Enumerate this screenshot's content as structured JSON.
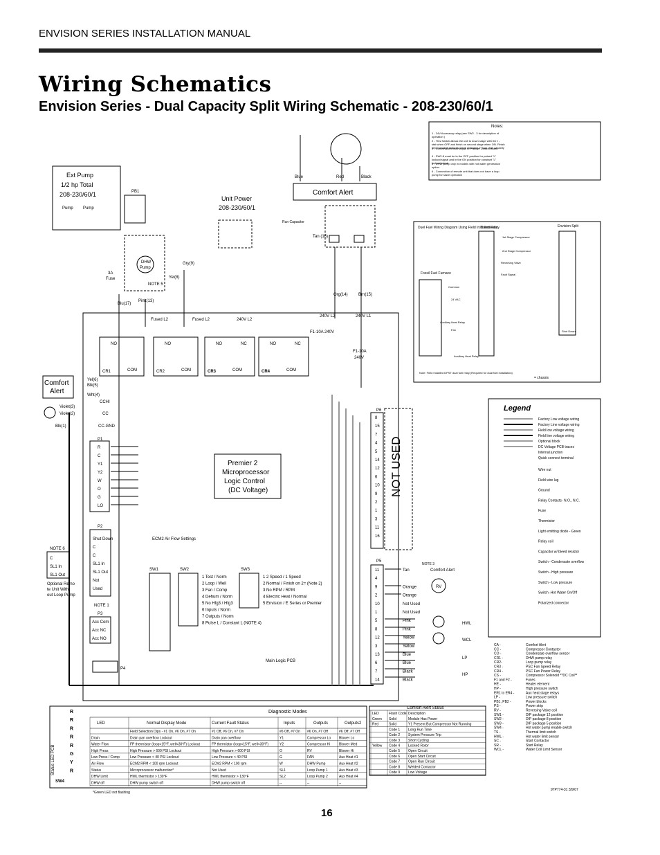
{
  "header": {
    "manual": "ENVISION SERIES INSTALLATION MANUAL",
    "title": "Wiring Schematics",
    "subtitle": "Envision Series - Dual Capacity Split Wiring Schematic - 208-230/60/1",
    "page_number": "16",
    "doc_code": "97P774-31   3/9/07"
  },
  "ext_pump": {
    "l1": "Ext Pump",
    "l2": "1/2 hp Total",
    "l3": "208-230/60/1",
    "pump": "Pump",
    "pb1": "PB1"
  },
  "unit_power": {
    "l1": "Unit  Power",
    "l2": "208-230/60/1"
  },
  "comfort_alert": "Comfort Alert",
  "comfort_alert_box": {
    "l1": "Comfort",
    "l2": "Alert"
  },
  "not_used": "NOT USED",
  "premier": {
    "l1": "Premier 2",
    "l2": "Microprocessor",
    "l3": "Logic Control",
    "l4": "(DC Voltage)"
  },
  "main_logic": "Main Logic PCB",
  "fuse": {
    "l1": "3A",
    "l2": "Fuse"
  },
  "dhw": {
    "l1": "DHW",
    "l2": "Pump",
    "note": "NOTE 5"
  },
  "wire_labels": {
    "blue": "Blue",
    "red": "Red",
    "black": "Black",
    "tan": "Tan (16)",
    "org": "Org(14)",
    "brn": "Brn(15)",
    "blu17": "Blu(17)",
    "pink13": "Pink(13)",
    "gry9": "Gry(9)",
    "yel8": "Yel(8)",
    "fused_l2a": "Fused  L2",
    "fused_l2b": "Fused  L2",
    "v240_l2": "240V L2",
    "v240_l2b": "240V L2",
    "v240_l1": "240V L1",
    "f1_10a": "F1-10A 240V",
    "f1_10a_b": "F1-10A",
    "v240": "240V",
    "run_cap": "Run Capacitor",
    "yel6": "Yel(6)",
    "blk5": "Blk(5)",
    "wht4": "Wht(4)",
    "vio3": "Violet(3)",
    "vio2": "Violet(2)",
    "blk1": "Blk(1)",
    "cchi": "CCHI",
    "cc": "CC",
    "ccgnd": "CC-GND"
  },
  "relays": [
    {
      "name": "CR1",
      "no": "NO",
      "com": "COM"
    },
    {
      "name": "CR2",
      "no": "NO",
      "com": "COM"
    },
    {
      "name": "CR3",
      "no": "NO",
      "nc": "NC",
      "com": "COM"
    },
    {
      "name": "CR4",
      "no": "NO",
      "nc": "NC",
      "com": "COM"
    }
  ],
  "p1": {
    "title": "P1",
    "items": [
      "R",
      "C",
      "Y1",
      "Y2",
      "W",
      "O",
      "G",
      "LO"
    ]
  },
  "p2": {
    "title": "P2",
    "items": [
      "Shut Down",
      "C",
      "C",
      "SL1 In",
      "SL1 Out",
      "Not",
      "Used"
    ]
  },
  "p3": {
    "title": "P3",
    "items": [
      "Acc Com",
      "Acc NC",
      "Acc NO"
    ]
  },
  "p4": "P4",
  "note6": {
    "title": "NOTE 6",
    "items": [
      "C",
      "SL1 In",
      "SL1 Out"
    ],
    "desc": "Optional Remote Unit Without Loop Pump"
  },
  "note1": "NOTE 1",
  "ecm2": "ECM2 Air Flow Settings",
  "switches": {
    "sw1": "SW1",
    "sw2": "SW2",
    "sw3": "SW3",
    "on": "On",
    "sw2_list": [
      "1  Test / Norm",
      "2  Loop / Well",
      "3  Fan / Comp",
      "4  Dehum / Norm",
      "5  No Hfg3 / Hfg3",
      "6  Inputs / Norm",
      "7  Outputs / Norm",
      "8  Pulse L / Constant L (NOTE 4)"
    ],
    "sw3_list": [
      "1  2 Speed / 1 Speed",
      "2  Normal / Finish on 2= (Note 2)",
      "3  No RPM / RPM",
      "4  Electric Heat  / Normal",
      "5  Envision / E Series or Premier"
    ]
  },
  "p6": {
    "title": "P6",
    "pins": [
      "8",
      "15",
      "7",
      "4",
      "5",
      "14",
      "12",
      "6",
      "10",
      "9",
      "2",
      "1",
      "3",
      "11",
      "16"
    ]
  },
  "p5": {
    "title": "P5",
    "pins": [
      "11",
      "4",
      "9",
      "2",
      "10",
      "1",
      "5",
      "8",
      "12",
      "3",
      "13",
      "6",
      "7",
      "14"
    ],
    "wires": [
      "Tan",
      "",
      "Orange",
      "Orange",
      "Not Used",
      "Not Used",
      "Pink",
      "Pink",
      "Yellow",
      "Yellow",
      "Blue",
      "Blue",
      "Black",
      "Black"
    ]
  },
  "sensors": {
    "note3": "NOTE 3",
    "ca": "Comfort Alert",
    "rv": "RV",
    "hwl": "HWL",
    "wcl": "WCL",
    "lp": "LP",
    "hp": "HP"
  },
  "notes": {
    "title": "Notes:",
    "items": [
      "1 - 24V Accessory  relay (see SW2 - 3 for description of operation )",
      "2 - This Switch allows the unit to down stage with the t - stat when OFF and finish on second stage when ON.  Finish second stage reduces stage changing in loop dual capacity compressors and should be ON for unzoned Dual Cap E-Series or Premier 2 speed units.",
      "3 - Comfort Alert fault output to Premier Control Board",
      "4 - SW2-8 must be in the OFF position for pulsed \"L\" lockout signal and in the ON position for constant \"L\" lockout signal.",
      "5 - DHW pump only in models with hot water generation option.",
      "6 - Connection of remote unit that does not have a loop pump for slave operation"
    ]
  },
  "dual_fuel": {
    "title": "Duel Fuel Wiring Diagram Using Field Installed Relay",
    "thermostat": "Thermostat",
    "envision": "Envision Split",
    "furnace": "Fossil Fuel Furnace",
    "labels": [
      "1st Stage Compressor",
      "2nd Stage Compressor",
      "Reversing Valve",
      "Fault Signal",
      "Common",
      "24 VAC",
      "Auxiliary Heat Relay",
      "Fan",
      "Auxiliary Heat Relay",
      "Shut Down"
    ],
    "note": "Note:  Field installed DPST dual fuel relay (Required for dual fuel installation)",
    "chassis": "= chassis"
  },
  "legend": {
    "title": "Legend",
    "items": [
      "Factory Low voltage wiring",
      "Factory Line voltage wiring",
      "Field low voltage wiring",
      "Field line voltage wiring",
      "Optional block",
      "DC Voltage PCB traces",
      "Internal junction",
      "Quick connect  terminal",
      "Wire nut",
      "Field wire lug",
      "Ground",
      "Relay Contacts- N.O., N.C.",
      "Fuse",
      "Thermistor",
      "Light  emitting diode - Green",
      "Relay coil",
      "Capacitor w/ bleed resistor",
      "Switch - Condensate overflow",
      "Switch - High pressure",
      "Switch - Low pressure",
      "Switch -Hot  Water On/Off",
      "Polarized connector"
    ],
    "abbr": [
      [
        "CA -",
        "Comfort Alert"
      ],
      [
        "CC -",
        "Compressor Contactor"
      ],
      [
        "CO -",
        "Condensate overflow sensor"
      ],
      [
        "CR1 -",
        "DHW pump relay"
      ],
      [
        "CR2-",
        "Loop pump relay"
      ],
      [
        "CR3 -",
        "PSC Fan Speed Relay"
      ],
      [
        "CR4 -",
        "PSC Fan Power Relay"
      ],
      [
        "CS -",
        "Compressor Solenoid **DC Coil**"
      ],
      [
        "F1 and F2 -",
        "Fuses"
      ],
      [
        "HE -",
        "Heater element"
      ],
      [
        "HP -",
        "High pressure switch"
      ],
      [
        "ER1 to ER4 -",
        "Aux heat stage relays"
      ],
      [
        "LP -",
        "Low  pressure switch"
      ],
      [
        "PB1, PB2 -",
        "Power blocks"
      ],
      [
        "PS -",
        "Power strip"
      ],
      [
        "RV -",
        "Reversing Valve coil"
      ],
      [
        "SW1 -",
        "DIP package 12 position"
      ],
      [
        "SW2 -",
        "DIP package 8 position"
      ],
      [
        "SW3 -",
        "DIP package 5 position"
      ],
      [
        "SW4 -",
        "Hot water pump enable switch"
      ],
      [
        "TS -",
        "Thermal limit switch"
      ],
      [
        "HWL -",
        "Hot water limit sensor"
      ],
      [
        "SC -",
        "Start Contactor"
      ],
      [
        "SR -",
        "Start Relay"
      ],
      [
        "WCL -",
        "Water Coil Limit Sensor"
      ]
    ]
  },
  "diag_table": {
    "title": "Diagnostic Modes",
    "headers": [
      "LED",
      "Normal Display Mode",
      "Current Fault Status",
      "Inputs",
      "Outputs",
      "Outputs2"
    ],
    "rows": [
      [
        "",
        "Field Selection Dips - #1 On, #6 On, #7 On",
        "#1 Off, #6 On, #7 On",
        "#6 Off, #7 On",
        "#6 On, #7 Off",
        "#6 Off, #7 Off"
      ],
      [
        "Drain",
        "Drain pan overflow Lockout",
        "Drain pan overflow",
        "Y1",
        "Compressor Lo",
        "Blower Lo"
      ],
      [
        "Water Flow",
        "FP thermistor (loop<15°F, well<30°F) Lockout",
        "FP thermistor (loop<15°F, well<30°F)",
        "Y2",
        "Compressor Hi",
        "Blower Med"
      ],
      [
        "High Press",
        "High Pressure > 600 PSI Lockout",
        "High Pressure > 600 PSI",
        "O",
        "RV",
        "Blower Hi"
      ],
      [
        "Low Press / Comp",
        "Low  Pressure < 40 PSI Lockout",
        "Low  Pressure < 40 PSI",
        "G",
        "FAN",
        "Aux Heat #1"
      ],
      [
        "Air Flow",
        "ECM2 RPM < 100 rpm Lockout",
        "ECM2 RPM < 100 rpm",
        "W",
        "DHW Pump",
        "Aux Heat #2"
      ],
      [
        "Status",
        "Microprocessor malfunction*",
        "Not Used",
        "SL1",
        "Loop Pump 1",
        "Aux Heat #3"
      ],
      [
        "DHW Limit",
        "HWL thermistor > 130°F",
        "HWL thermistor > 130°F",
        "SL2",
        "Loop Pump 2",
        "Aux Heat #4"
      ],
      [
        "DHW off",
        "DHW pump switch off",
        "DHW pump switch off",
        "--",
        "--",
        "--"
      ]
    ],
    "footnote": "*Green LED not flashing",
    "led_letters": [
      "R",
      "R",
      "R",
      "R",
      "R",
      "G",
      "Y",
      "R"
    ],
    "status": "Status LED PCB",
    "sw4": "SW4"
  },
  "ca_table": {
    "title": "Comfort Alert Status",
    "headers": [
      "LED",
      "Flash Code",
      "Description"
    ],
    "rows": [
      [
        "Green",
        "Solid",
        "Module Has Power"
      ],
      [
        "Red",
        "Solid",
        "Y1 Present But Compressor Not Running"
      ],
      [
        "",
        "Code 1",
        "Long Run Time"
      ],
      [
        "",
        "Code 2",
        "System Pressure Trip"
      ],
      [
        "",
        "Code 3",
        "Short Cycling"
      ],
      [
        "Yellow",
        "Code 4",
        "Locked Rotor"
      ],
      [
        "",
        "Code 5",
        "Open Circuit"
      ],
      [
        "",
        "Code 6",
        "Open Start Circuit"
      ],
      [
        "",
        "Code 7",
        "Open Run Circuit"
      ],
      [
        "",
        "Code 8",
        "Welded Contactor"
      ],
      [
        "",
        "Code 9",
        "Low Voltage"
      ]
    ]
  }
}
